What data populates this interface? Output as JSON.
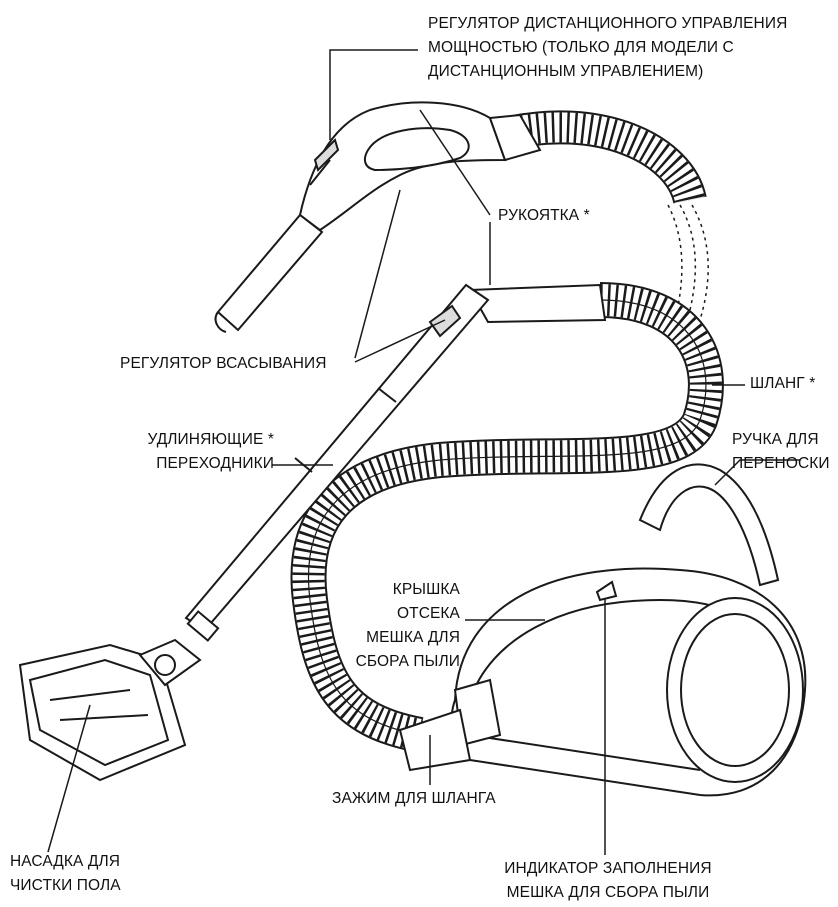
{
  "labels": {
    "remote_control": [
      "РЕГУЛЯТОР ДИСТАНЦИОННОГО УПРАВЛЕНИЯ",
      "МОЩНОСТЬЮ (ТОЛЬКО ДЛЯ МОДЕЛИ С",
      "ДИСТАНЦИОННЫМ УПРАВЛЕНИЕМ)"
    ],
    "handle": "РУКОЯТКА *",
    "suction_regulator": "РЕГУЛЯТОР ВСАСЫВАНИЯ",
    "hose": "ШЛАНГ *",
    "extension_tubes": [
      "УДЛИНЯЮЩИЕ  *",
      "ПЕРЕХОДНИКИ"
    ],
    "carry_handle": [
      "РУЧКА ДЛЯ",
      "ПЕРЕНОСКИ"
    ],
    "bag_cover": [
      "КРЫШКА",
      "ОТСЕКА",
      "МЕШКА ДЛЯ",
      "СБОРА ПЫЛИ"
    ],
    "hose_clamp": "ЗАЖИМ ДЛЯ ШЛАНГА",
    "floor_nozzle": [
      "НАСАДКА ДЛЯ",
      "ЧИСТКИ ПОЛА"
    ],
    "bag_indicator": [
      "ИНДИКАТОР ЗАПОЛНЕНИЯ",
      "МЕШКА ДЛЯ СБОРА ПЫЛИ"
    ]
  },
  "colors": {
    "line": "#1a1a1a",
    "fill": "#ffffff",
    "text": "#111111"
  }
}
